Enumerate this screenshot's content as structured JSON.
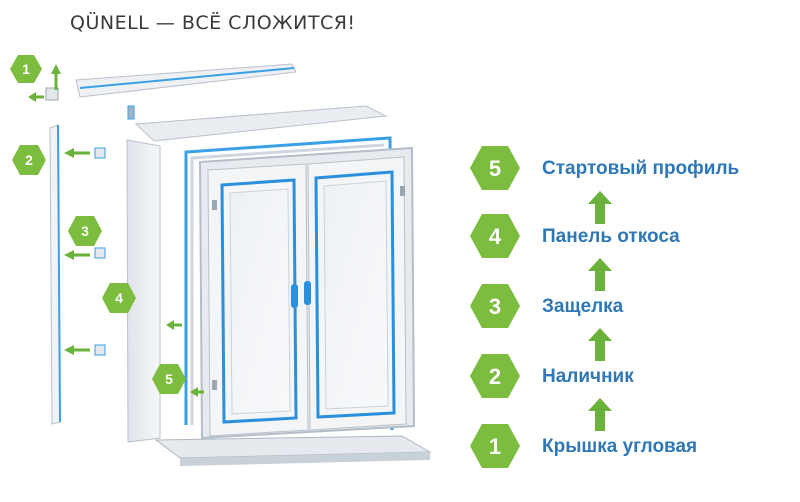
{
  "header": {
    "title": "QÜNELL — ВСЁ СЛОЖИТСЯ!"
  },
  "colors": {
    "green": "#7cbc3e",
    "blue": "#2f78b5",
    "frame_blue": "#3aa0e6",
    "arrow_green": "#6ab23a"
  },
  "callouts": [
    "1",
    "2",
    "3",
    "4",
    "5"
  ],
  "steps": [
    {
      "num": "5",
      "label": "Стартовый профиль"
    },
    {
      "num": "4",
      "label": "Панель откоса"
    },
    {
      "num": "3",
      "label": "Защелка"
    },
    {
      "num": "2",
      "label": "Наличник"
    },
    {
      "num": "1",
      "label": "Крышка угловая"
    }
  ]
}
